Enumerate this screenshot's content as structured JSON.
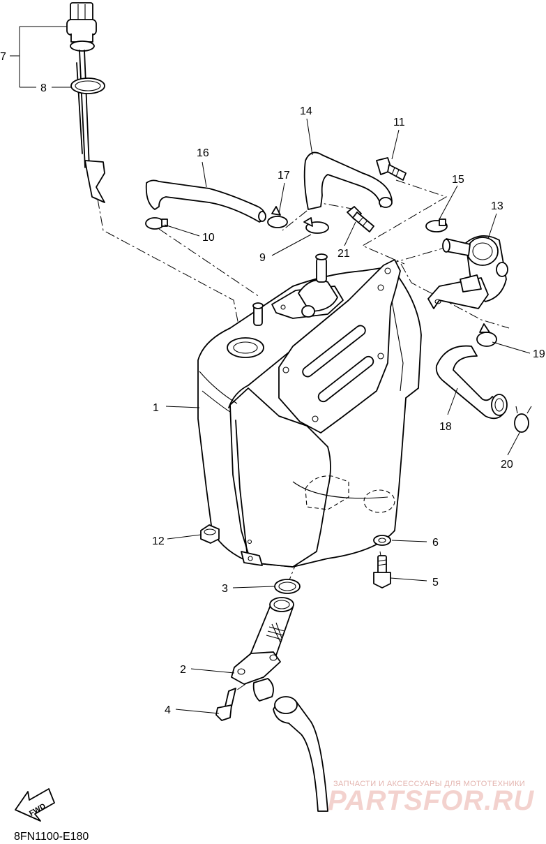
{
  "diagram_code": "8FN1100-E180",
  "fwd_label": "FWD",
  "watermark": {
    "tagline": "ЗАПЧАСТИ И АКСЕССУАРЫ ДЛЯ МОТОТЕХНИКИ",
    "brand": "PARTSFOR.RU"
  },
  "callouts": {
    "c1": "1",
    "c2": "2",
    "c3": "3",
    "c4": "4",
    "c5": "5",
    "c6": "6",
    "c7": "7",
    "c8": "8",
    "c9": "9",
    "c10": "10",
    "c11": "11",
    "c12": "12",
    "c13": "13",
    "c14": "14",
    "c15": "15",
    "c16": "16",
    "c17": "17",
    "c18": "18",
    "c19": "19",
    "c20": "20",
    "c21": "21"
  }
}
